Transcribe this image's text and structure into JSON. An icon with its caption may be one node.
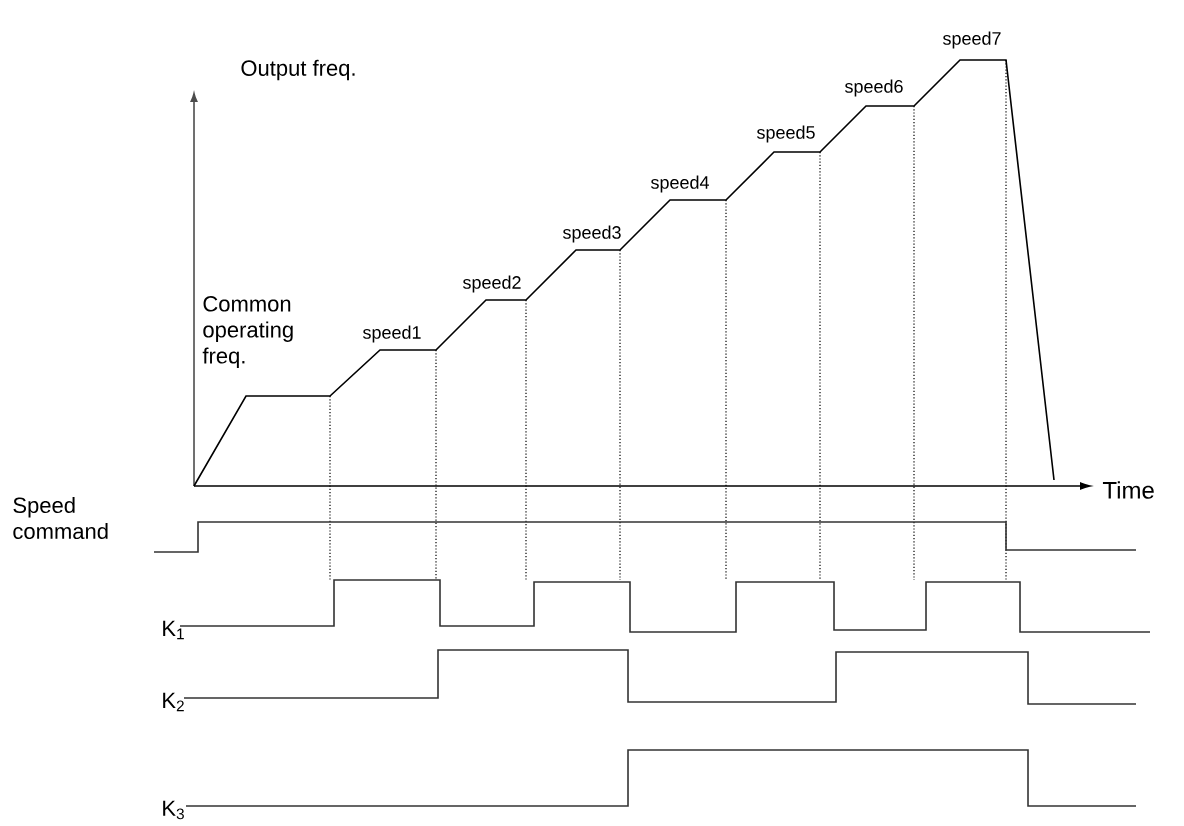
{
  "diagram": {
    "labels": [
      "Output freq.",
      "speed7",
      "speed6",
      "speed5",
      "speed4",
      "speed3",
      "speed2",
      "Common operating freq.",
      "speed1",
      "Speed command",
      "Time",
      "K$_{1}$",
      "K$_{2}$",
      "K$_{3}$"
    ]
  }
}
